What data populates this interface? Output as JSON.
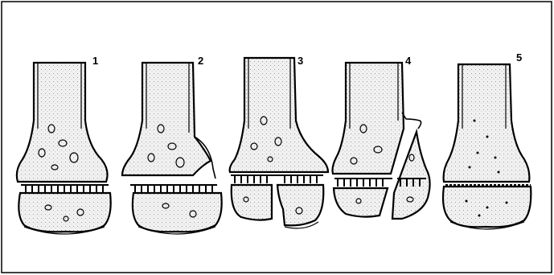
{
  "labels": [
    "1",
    "2",
    "3",
    "4",
    "5"
  ],
  "colors": {
    "line": "#000000",
    "shaft_fill": "#eeeeee",
    "bone_fill": "#ffffff",
    "background": "#ffffff",
    "border": "#000000"
  }
}
